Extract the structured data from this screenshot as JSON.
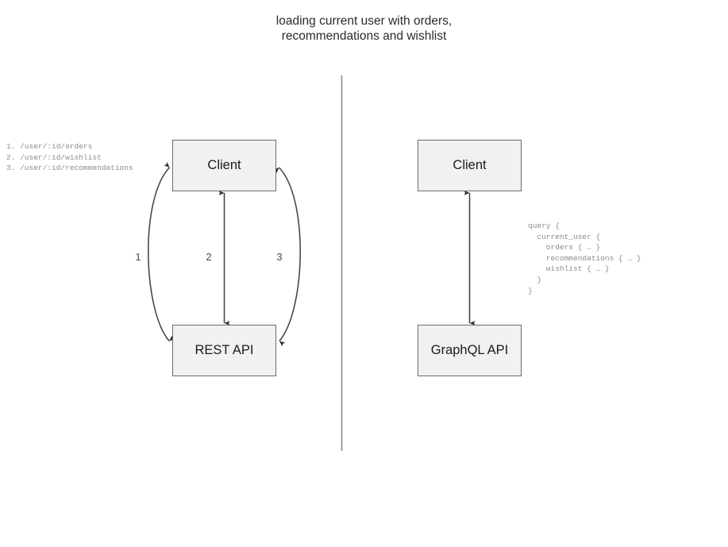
{
  "diagram": {
    "title_line1": "loading current user with orders,",
    "title_line2": "recommendations and wishlist",
    "divider_name": "vertical-divider"
  },
  "colors": {
    "node_fill": "#f1f1f1",
    "node_stroke": "#6b6b6b",
    "edge_stroke": "#3f3f3f",
    "code_text": "#8a8a8a",
    "title_text": "#2b2b2b",
    "label_text": "#4a4a4a",
    "divider": "#8c8c8c"
  },
  "rest_side": {
    "client_label": "Client",
    "api_label": "REST API",
    "endpoints": "1. /user/:id/orders\n2. /user/:id/wishlist\n3. /user/:id/recommendations",
    "endpoint_items": [
      "1. /user/:id/orders",
      "2. /user/:id/wishlist",
      "3. /user/:id/recommendations"
    ],
    "edge_labels": [
      "1",
      "2",
      "3"
    ],
    "edges": [
      {
        "name": "request-1-orders",
        "label": "1",
        "shape": "curved-left",
        "bidirectional": true
      },
      {
        "name": "request-2-wishlist",
        "label": "2",
        "shape": "straight",
        "bidirectional": true
      },
      {
        "name": "request-3-recommendations",
        "label": "3",
        "shape": "curved-right",
        "bidirectional": true
      }
    ]
  },
  "graphql_side": {
    "client_label": "Client",
    "api_label": "GraphQL API",
    "query": "query {\n  current_user {\n    orders { … }\n    recommendations { … }\n    wishlist { … }\n  }\n}",
    "query_lines": [
      "query {",
      "  current_user {",
      "    orders { … }",
      "    recommendations { … }",
      "    wishlist { … }",
      "  }",
      "}"
    ],
    "edges": [
      {
        "name": "graphql-single-request",
        "shape": "straight",
        "bidirectional": true
      }
    ]
  }
}
